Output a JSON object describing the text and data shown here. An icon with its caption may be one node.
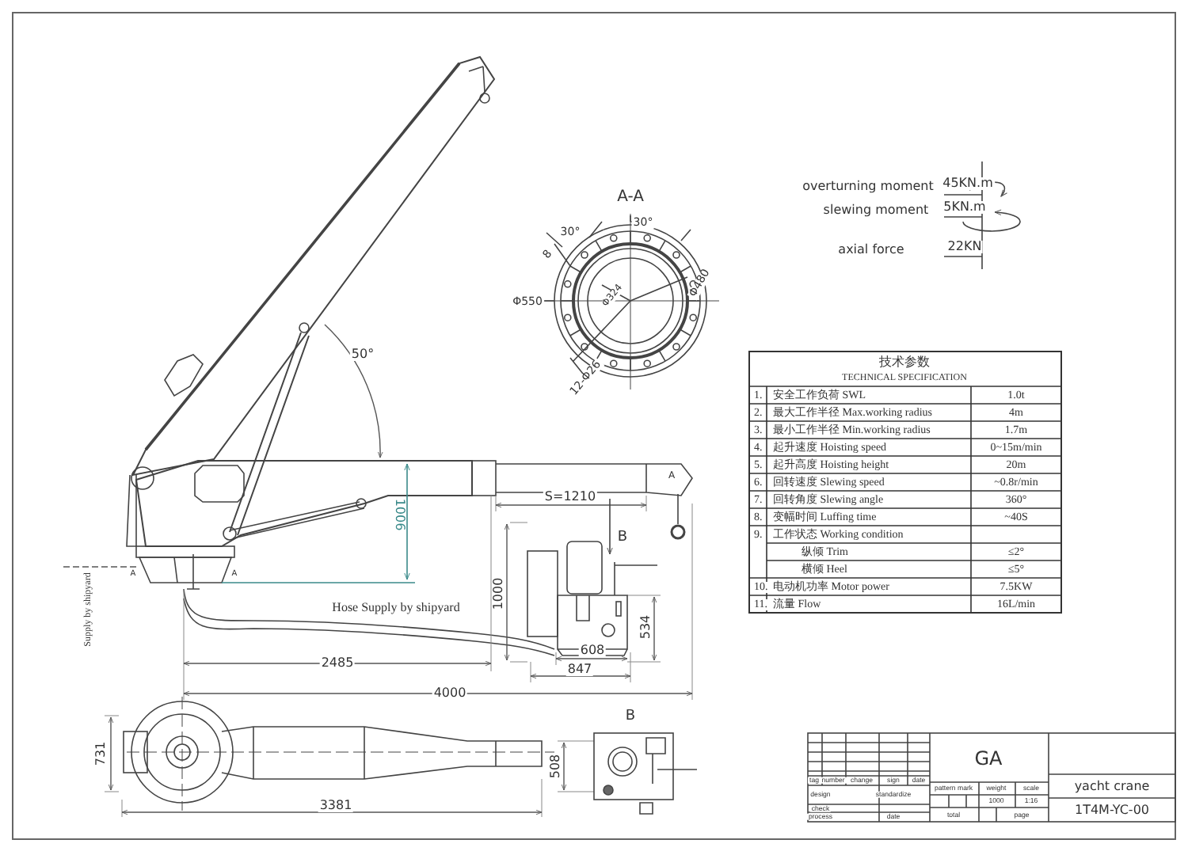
{
  "diagram": {
    "labels": [
      "A-A",
      "overturning moment",
      "45KN.m",
      "slewing moment",
      "5KN.m",
      "axial force",
      "22KN",
      "30°",
      "30°",
      "8",
      "Φ550",
      "Φ324",
      "Φ480",
      "12-Φ26",
      "50°",
      "技术参数",
      "TECHNICAL SPECIFICATION",
      "1.",
      "安全工作负荷 SWL",
      "1.0t",
      "2.",
      "最大工作半径 Max.working radius",
      "4m",
      "3.",
      "最小工作半径 Min.working radius",
      "1.7m",
      "4.",
      "起升速度 Hoisting speed",
      "0~15m/min",
      "5.",
      "起升高度 Hoisting height",
      "20m",
      "6.",
      "回转速度 Slewing speed",
      "~0.8r/min",
      "7.",
      "回转角度 Slewing angle",
      "360°",
      "8.",
      "变幅时间 Luffing time",
      "~40S",
      "9.",
      "工作状态 Working condition",
      "纵倾 Trim",
      "≤2°",
      "横倾 Heel",
      "≤5°",
      "10.",
      "电动机功率 Motor power",
      "7.5KW",
      "11.",
      "流量 Flow",
      "16L/min",
      "A",
      "S=1210",
      "B",
      "1006",
      "A",
      "A",
      "Supply by shipyard",
      "Hose Supply by shipyard",
      "1000",
      "534",
      "2485",
      "608",
      "847",
      "4000",
      "B",
      "731",
      "508",
      "3381",
      "GA",
      "yacht crane",
      "tag",
      "number",
      "change",
      "sign",
      "date",
      "design",
      "standardize",
      "pattern mark",
      "weight",
      "scale",
      "1000",
      "1:16",
      "check",
      "process",
      "date",
      "total",
      "page",
      "1T4M-YC-00"
    ]
  }
}
